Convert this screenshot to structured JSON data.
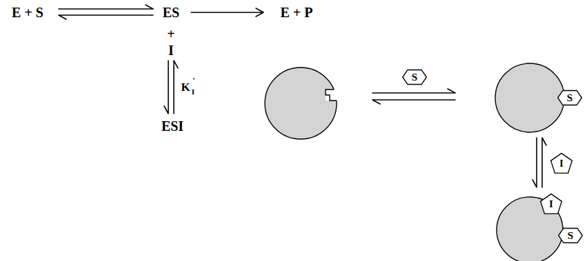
{
  "diagram": {
    "nodes": [
      {
        "text": [
          "S"
        ]
      },
      {
        "text": [
          "S"
        ]
      },
      {
        "text": [
          "I"
        ]
      },
      {
        "text": [
          "I"
        ]
      },
      {
        "text": [
          "S"
        ]
      }
    ],
    "labels": [
      "E + S",
      "ES",
      "E + P",
      "+",
      "I",
      "K",
      "I",
      "'",
      "ESI"
    ]
  }
}
